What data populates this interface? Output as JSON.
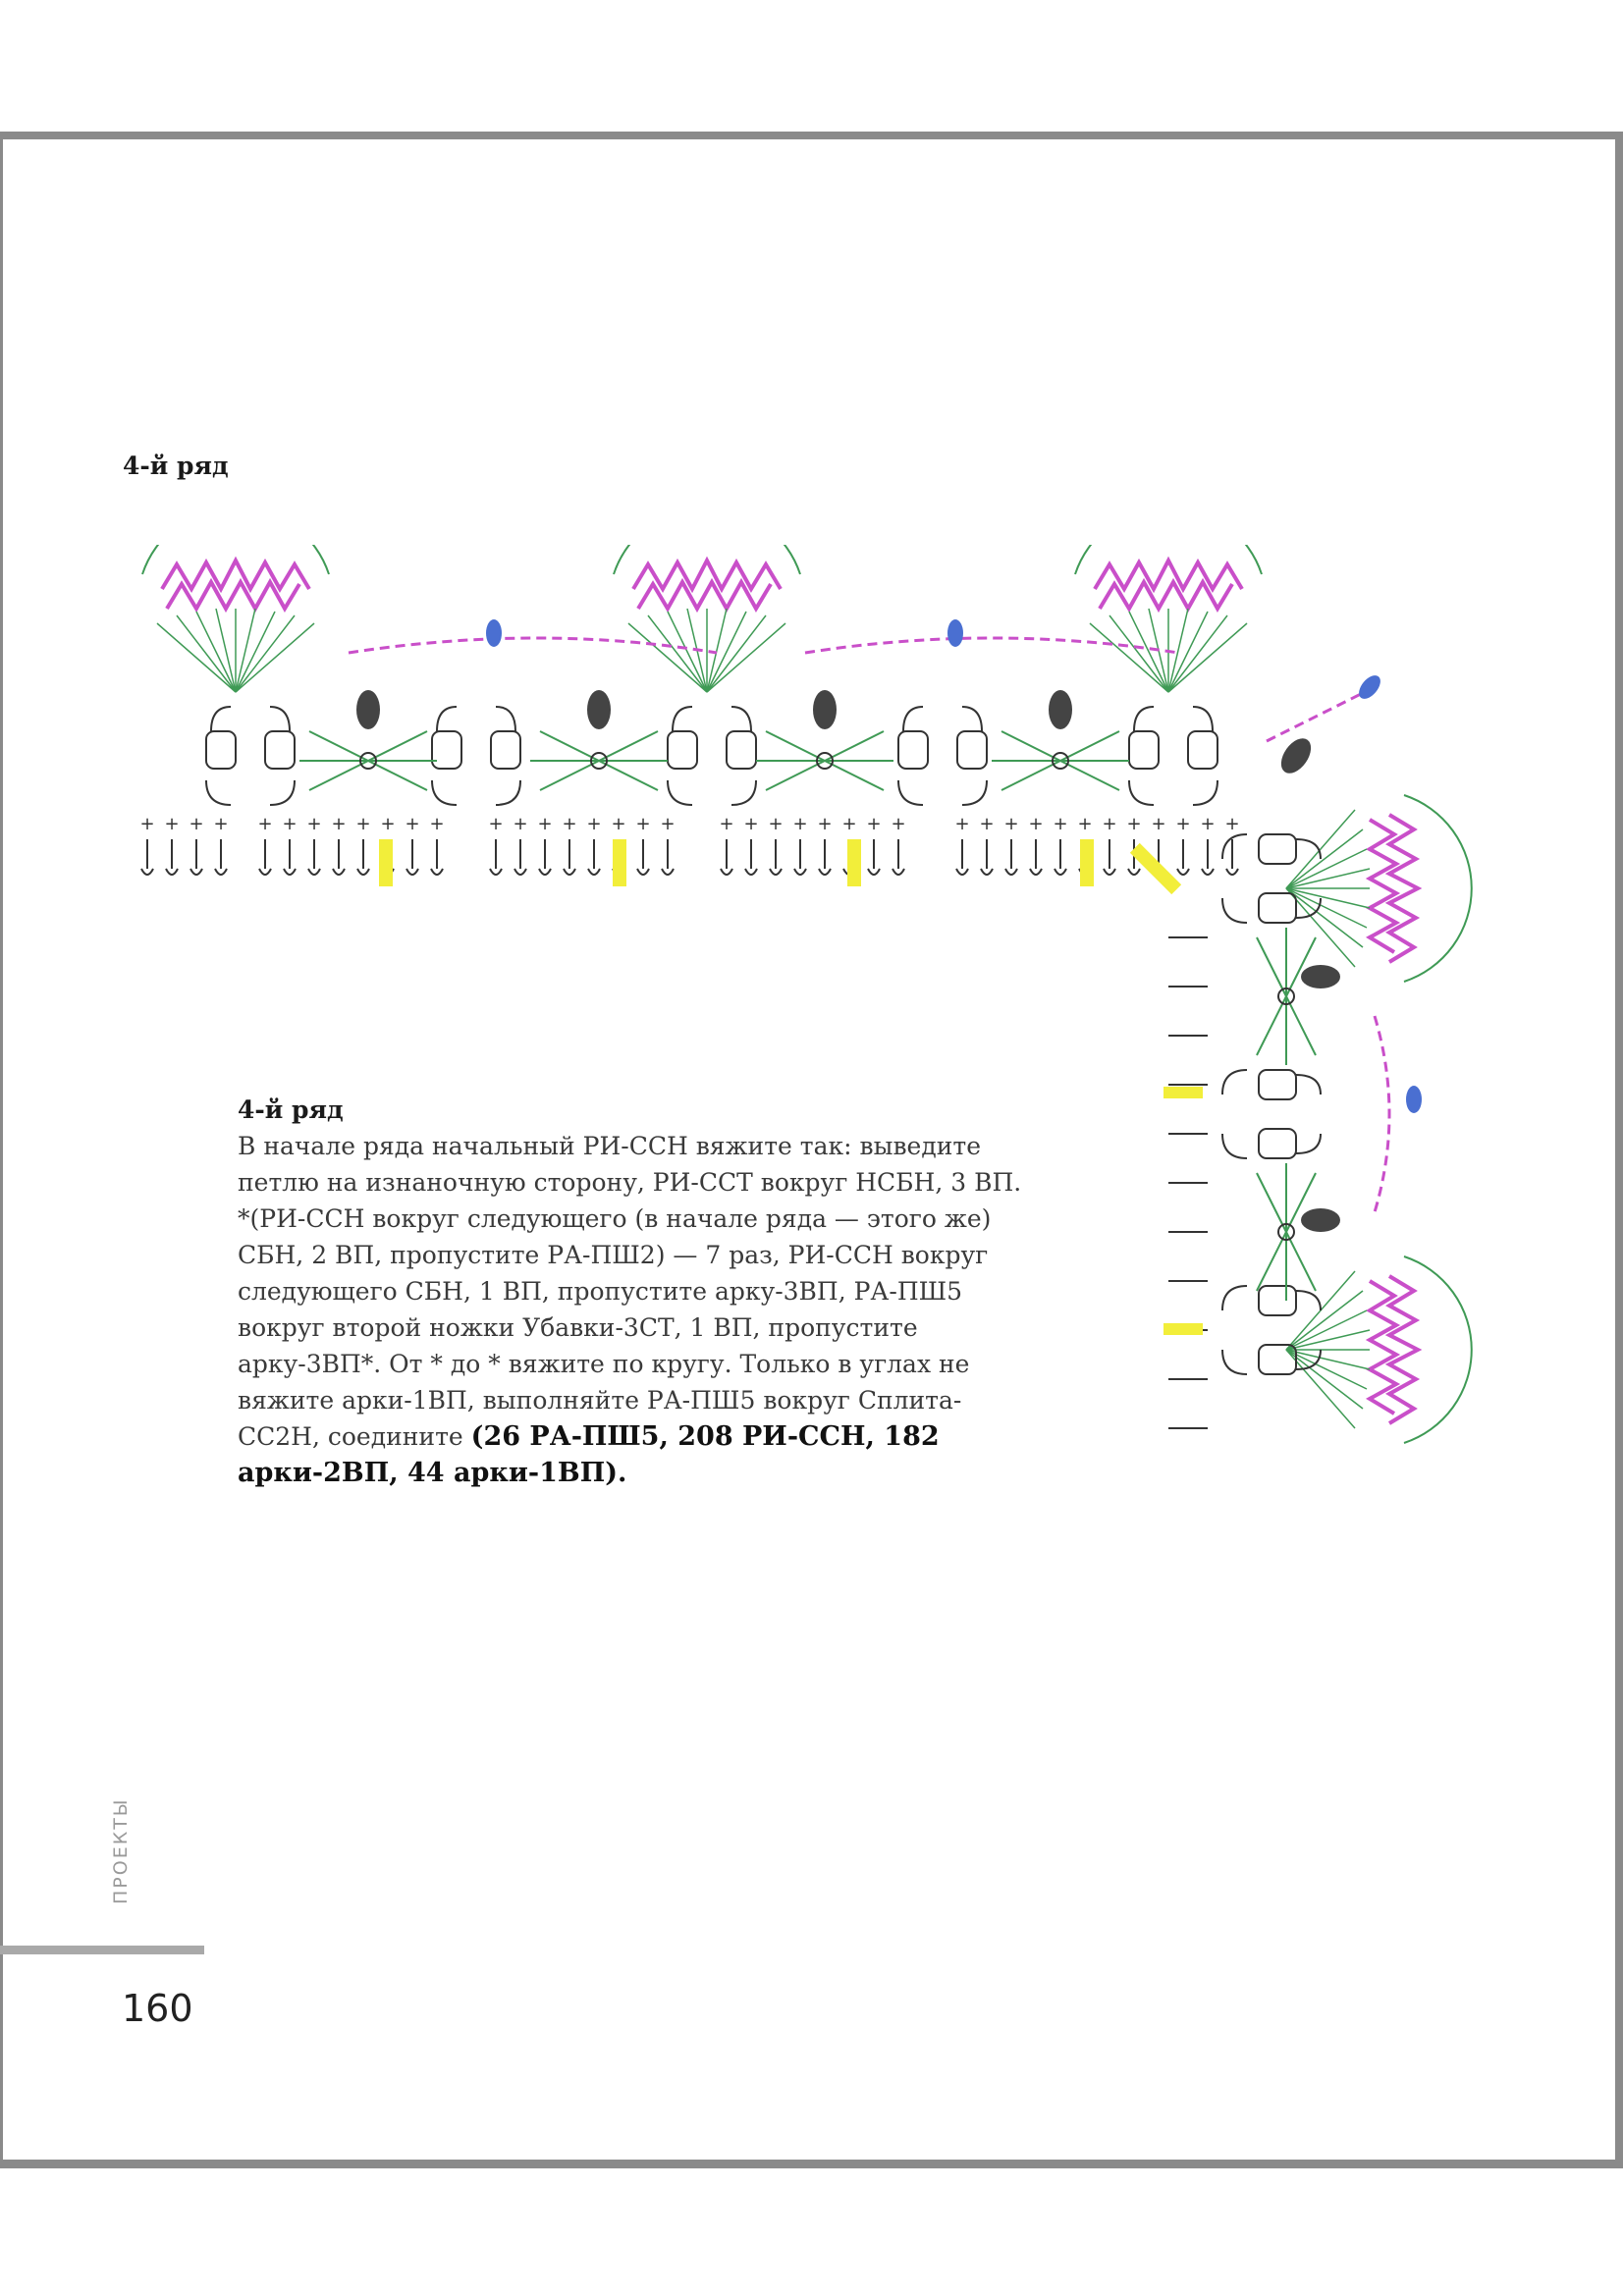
{
  "page": {
    "heading": "4-й ряд",
    "section_label": "ПРОЕКТЫ",
    "page_number": "160"
  },
  "instructions": {
    "title": "4-й ряд",
    "body": "В начале ряда начальный РИ-ССН вяжите так: выведите петлю на изнаночную сторону, РИ-ССТ вокруг НСБН, 3 ВП. *(РИ-ССН вокруг следующего (в начале ряда — этого же) СБН, 2 ВП, пропустите РА-ПШ2) — 7 раз, РИ-ССН вокруг следующего СБН, 1 ВП, пропустите арку-3ВП, РА-ПШ5 вокруг второй ножки Убавки-3СТ, 1 ВП, пропустите арку-3ВП*. От * до * вяжите по кругу. Только в углах не вяжите арки-1ВП, выполняйте РА-ПШ5 вокруг Сплита-СС2Н, соедините ",
    "totals": "(26 РА-ПШ5, 208 РИ-ССН, 182 арки-2ВП, 44 арки-1ВП)."
  },
  "diagram": {
    "colors": {
      "pink": "#c94fc9",
      "green": "#3f9a55",
      "blue": "#4a6fd1",
      "yellow": "#f2ee3a",
      "dark": "#333333",
      "grey": "#777777"
    },
    "icons": [
      "fan-motif-icon",
      "oval-puff-icon",
      "leaf-icon",
      "chain-arc-icon",
      "hook-stitch-icon"
    ]
  }
}
